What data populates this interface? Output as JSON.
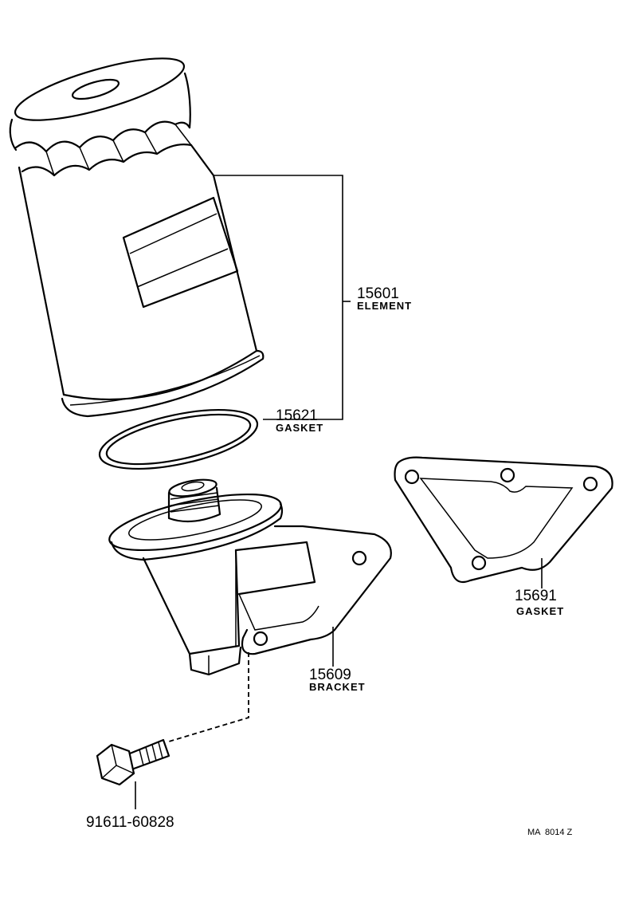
{
  "parts": [
    {
      "id": "element",
      "number": "15601",
      "name": "ELEMENT"
    },
    {
      "id": "gasket-ring",
      "number": "15621",
      "name": "GASKET"
    },
    {
      "id": "gasket-plate",
      "number": "15691",
      "name": "GASKET"
    },
    {
      "id": "bracket",
      "number": "15609",
      "name": "BRACKET"
    },
    {
      "id": "bolt",
      "number": "91611-60828",
      "name": ""
    }
  ],
  "figure_code": "MA  8014 Z"
}
